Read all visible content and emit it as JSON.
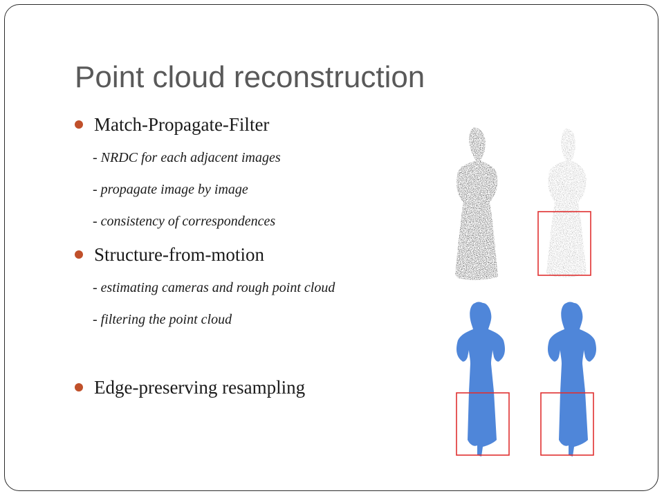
{
  "slide": {
    "title": "Point cloud reconstruction",
    "accent_color": "#c0502a",
    "bullets": [
      {
        "label": "Match-Propagate-Filter",
        "sub": [
          "- NRDC for each adjacent images",
          "- propagate image by image",
          "- consistency of correspondences"
        ]
      },
      {
        "label": "Structure-from-motion",
        "sub": [
          "- estimating cameras and rough point cloud",
          "- filtering the point cloud"
        ]
      },
      {
        "label": "Edge-preserving resampling",
        "sub": []
      }
    ]
  },
  "figure": {
    "point_cloud_color": "#2a2a2a",
    "mesh_color": "#4f86d9",
    "highlight_box_color": "#e03030"
  }
}
